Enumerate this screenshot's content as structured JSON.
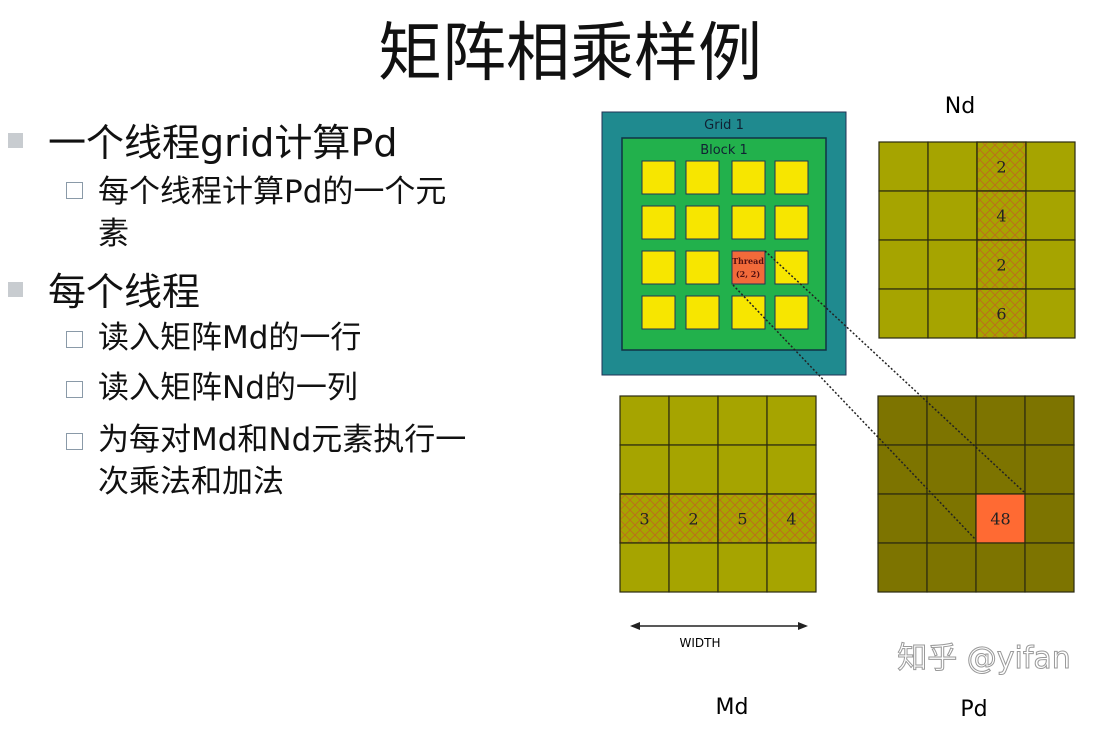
{
  "title": "矩阵相乘样例",
  "bullets": [
    {
      "text": "一个线程grid计算Pd",
      "sub": [
        "每个线程计算Pd的一个元",
        "素"
      ]
    },
    {
      "text": "每个线程",
      "sub": [
        "读入矩阵Md的一行",
        "读入矩阵Nd的一列",
        "为每对Md和Nd元素执行一",
        "次乘法和加法"
      ]
    }
  ],
  "diagram": {
    "grid_label": "Grid 1",
    "block_label": "Block 1",
    "thread_label": "Thread",
    "thread_index": "(2, 2)",
    "nd_label": "Nd",
    "md_label": "Md",
    "pd_label": "Pd",
    "width_label": "WIDTH",
    "nd_column_values": [
      "2",
      "4",
      "2",
      "6"
    ],
    "md_row_values": [
      "3",
      "2",
      "5",
      "4"
    ],
    "pd_value": "48",
    "colors": {
      "grid": "#1f8a8f",
      "block": "#22b14c",
      "thread_cell": "#f7e600",
      "thread_selected": "#f26a3a",
      "matrix_md": "#a6a400",
      "matrix_pd": "#7d7400",
      "pd_highlight": "#ff6a33"
    }
  },
  "watermark": "知乎 @yifan"
}
